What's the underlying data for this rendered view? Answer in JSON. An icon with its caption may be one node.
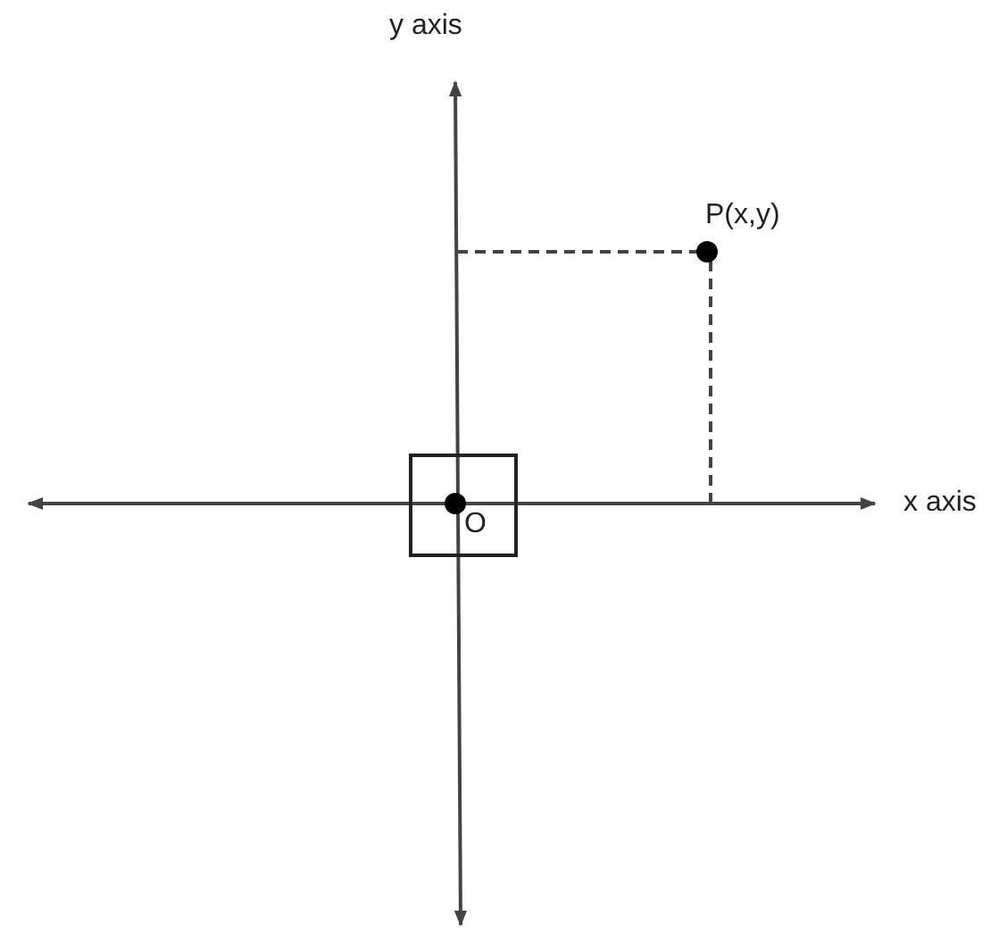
{
  "diagram": {
    "nodes": [
      {
        "text": [
          "P(x,y)"
        ]
      },
      {
        "text": [
          "O"
        ]
      }
    ],
    "labels": [
      "y axis",
      "x axis"
    ]
  }
}
